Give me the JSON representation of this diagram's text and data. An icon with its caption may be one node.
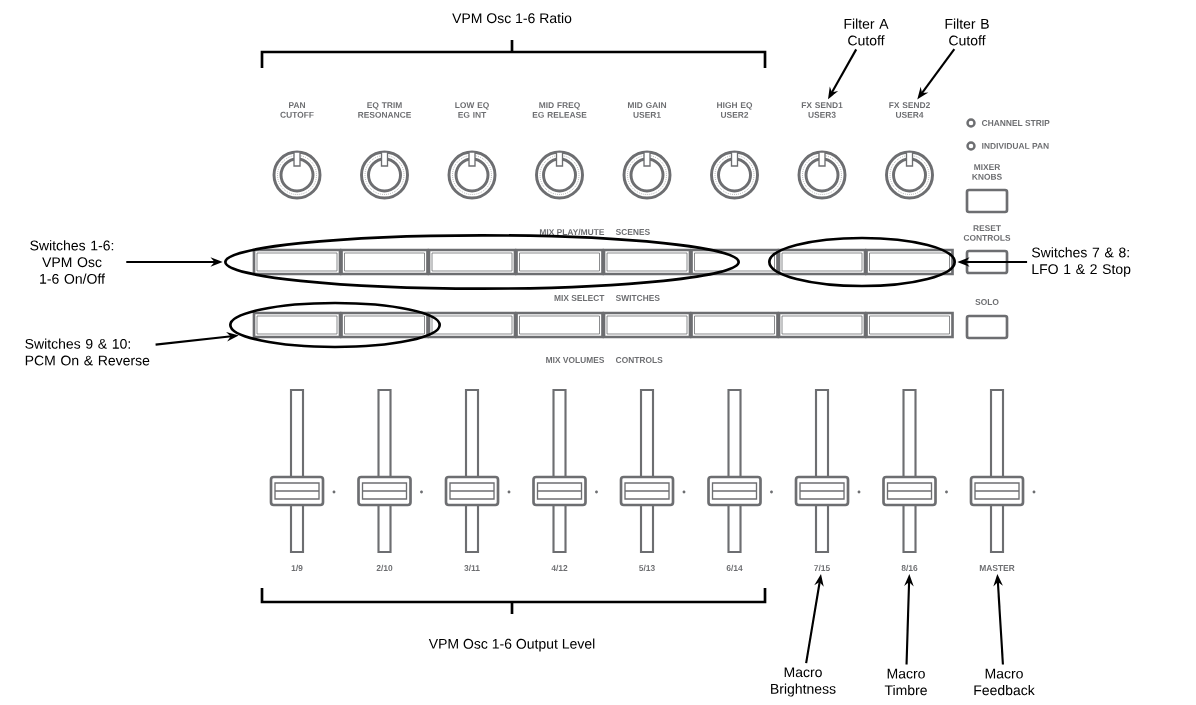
{
  "diagram": {
    "nodes": [
      {
        "text": [
          "Filter A Cutoff"
        ]
      },
      {
        "text": [
          "Filter B Cutoff"
        ]
      },
      {
        "text": [
          "FX SEND1 USER3"
        ]
      },
      {
        "text": [
          "FX SEND2 USER4"
        ]
      },
      {
        "text": [
          "Switches 1-6: VPM Osc 1-6 On/Off"
        ]
      },
      {
        "text": [],
        "shape": "ellipse"
      },
      {
        "text": [],
        "shape": "ellipse"
      },
      {
        "text": [
          "Switches 7 & 8: LFO 1 & 2 Stop"
        ]
      },
      {
        "text": [
          "Switches 9 & 10: PCM On & Reverse"
        ]
      },
      {
        "text": [],
        "shape": "ellipse"
      },
      {
        "text": [
          "7/15"
        ]
      },
      {
        "text": [
          "8/16"
        ]
      },
      {
        "text": [
          "MASTER"
        ]
      },
      {
        "text": [
          "Macro Brightness"
        ]
      },
      {
        "text": [
          "Macro Timbre"
        ]
      },
      {
        "text": [
          "Macro Feedback"
        ]
      }
    ],
    "edges": [
      {
        "from": 0,
        "to": 2,
        "arrow": "to"
      },
      {
        "from": 1,
        "to": 3,
        "arrow": "to"
      },
      {
        "from": 4,
        "to": 5,
        "arrow": "to"
      },
      {
        "from": 7,
        "to": 6,
        "arrow": "to"
      },
      {
        "from": 8,
        "to": 9,
        "arrow": "to"
      },
      {
        "from": 13,
        "to": 10,
        "arrow": "to"
      },
      {
        "from": 14,
        "to": 11,
        "arrow": "to"
      },
      {
        "from": 15,
        "to": 12,
        "arrow": "to"
      }
    ],
    "labels": [
      "VPM Osc 1-6 Ratio",
      "PAN CUTOFF",
      "EQ TRIM RESONANCE",
      "LOW EQ EG INT",
      "MID FREQ EG RELEASE",
      "MID GAIN USER1",
      "HIGH EQ USER2",
      "CHANNEL STRIP",
      "INDIVIDUAL PAN",
      "MIXER KNOBS",
      "MIX PLAY/MUTE",
      "SCENES",
      "RESET CONTROLS",
      "MIX SELECT",
      "SWITCHES",
      "SOLO",
      "MIX VOLUMES",
      "CONTROLS",
      "1/9",
      "2/10",
      "3/11",
      "4/12",
      "5/13",
      "6/14",
      "VPM Osc 1-6 Output Level"
    ]
  }
}
